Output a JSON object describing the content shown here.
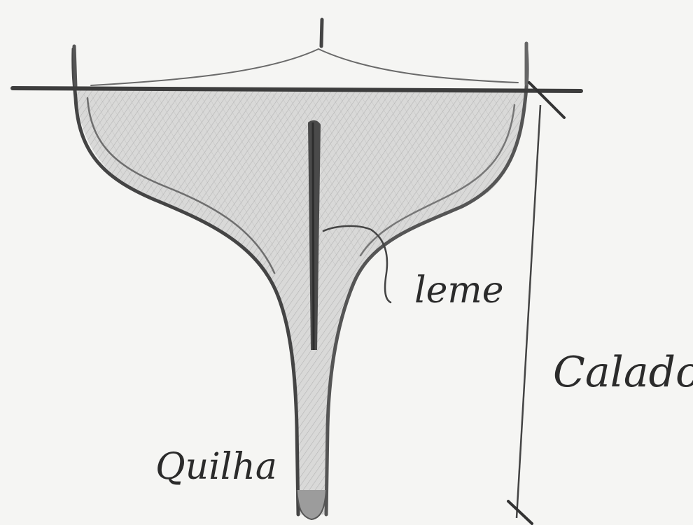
{
  "diagram": {
    "labels": {
      "rudder": "leme",
      "draft": "Calado",
      "keel": "Quilha"
    },
    "colors": {
      "paper": "#f5f5f3",
      "pencil_dark": "#3a3a3a",
      "pencil_mid": "#7a7a7a",
      "shading": "#b5b5b5"
    }
  }
}
